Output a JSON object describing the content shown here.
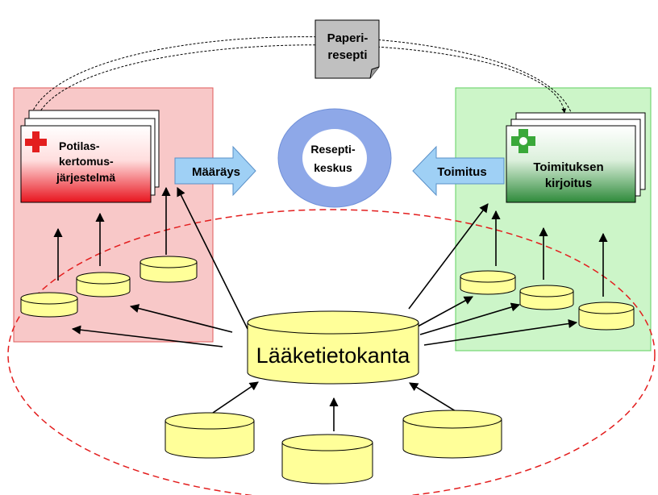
{
  "paper_prescription": {
    "line1": "Paperi-",
    "line2": "resepti"
  },
  "center": {
    "line1": "Resepti-",
    "line2": "keskus"
  },
  "left_system": {
    "line1": "Potilas-",
    "line2": "kertomus-",
    "line3": "järjestelmä"
  },
  "right_system": {
    "line1": "Toimituksen",
    "line2": "kirjoitus"
  },
  "arrow_left_label": "Määräys",
  "arrow_right_label": "Toimitus",
  "database_label": "Lääketietokanta",
  "colors": {
    "left_panel": "#f8c8c8",
    "right_panel": "#ccf5c8",
    "ring": "#8ea8e8",
    "arrow_fill": "#9fd0f5",
    "cylinder": "#ffff99",
    "ellipse_dash": "#e31e1e",
    "cross_red": "#e31e1e",
    "pharmacy_green": "#3aa83a"
  },
  "icons": {
    "left": "red-cross-icon",
    "right": "pharmacy-cross-icon"
  }
}
